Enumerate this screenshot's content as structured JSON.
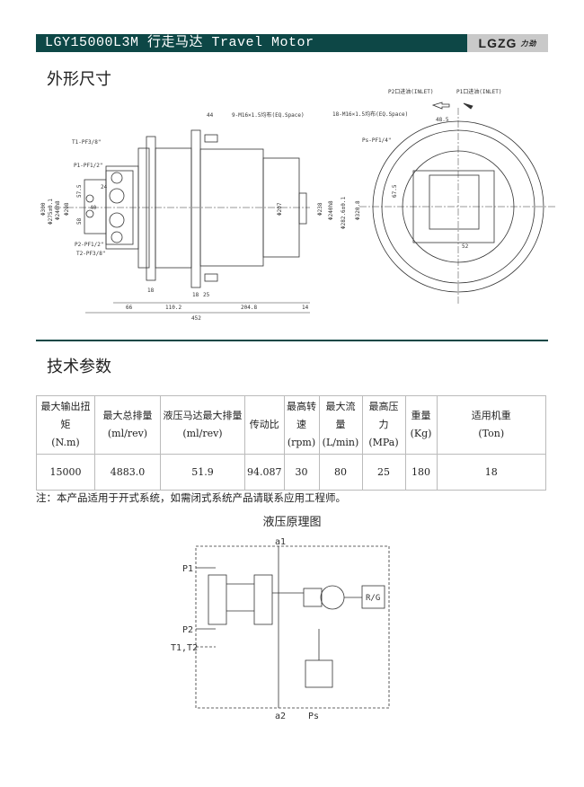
{
  "header": {
    "title": "LGY15000L3M 行走马达  Travel Motor",
    "logo": "LGZG",
    "logo_sub": "力劲"
  },
  "sections": {
    "dimensions": "外形尺寸",
    "specs": "技术参数"
  },
  "drawing": {
    "side_labels": [
      "T1-PF3/8\"",
      "P1-PF1/2\"",
      "P2-PF1/2\"",
      "T2-PF3/8\"",
      "Φ300",
      "Φ275±0.1",
      "Φ240h8",
      "Φ208",
      "57.5",
      "58",
      "24",
      "40",
      "Φ207",
      "Φ238",
      "Φ240h8",
      "Φ282.6±0.1",
      "Φ320.8",
      "Ps-PF1/4\""
    ],
    "top_labels": [
      "44",
      "9-M16×1.5均布(EQ.Space)",
      "18-M16×1.5均布(EQ.Space)"
    ],
    "bottom_dims": [
      "18",
      "18",
      "25",
      "66",
      "110.2",
      "204.8",
      "14",
      "452"
    ],
    "front_labels": [
      "P2口进油(INLET)",
      "P1口进油(INLET)",
      "48.5",
      "67.5",
      "52"
    ]
  },
  "table": {
    "headers": [
      [
        "最大输出扭矩",
        "(N.m)"
      ],
      [
        "最大总排量",
        "(ml/rev)"
      ],
      [
        "液压马达最大排量",
        "(ml/rev)"
      ],
      [
        "传动比",
        ""
      ],
      [
        "最高转速",
        "(rpm)"
      ],
      [
        "最大流量",
        "(L/min)"
      ],
      [
        "最高压力",
        "(MPa)"
      ],
      [
        "重量",
        "(Kg)"
      ],
      [
        "适用机重",
        "(Ton)"
      ]
    ],
    "values": [
      "15000",
      "4883.0",
      "51.9",
      "94.087",
      "30",
      "80",
      "25",
      "180",
      "18"
    ]
  },
  "note": "注：本产品适用于开式系统，如需闭式系统产品请联系应用工程师。",
  "schematic": {
    "title": "液压原理图",
    "labels": [
      "a1",
      "P1",
      "P2",
      "T1,T2",
      "R/G",
      "a2",
      "Ps"
    ]
  },
  "colors": {
    "header": "#0d4746"
  }
}
